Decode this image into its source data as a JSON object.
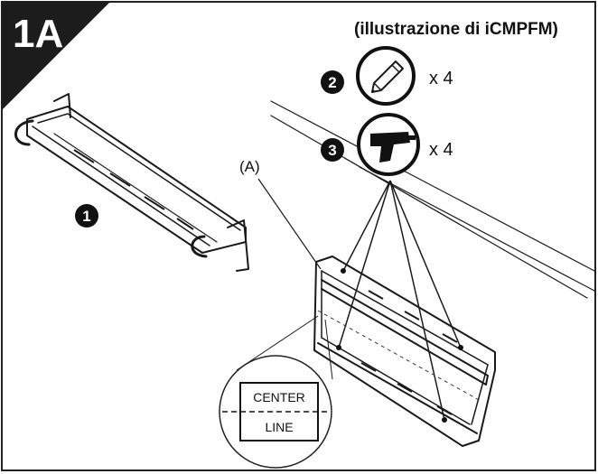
{
  "step": {
    "label": "1A"
  },
  "header": {
    "title": "(illustrazione di iCMPFM)"
  },
  "parts": [
    {
      "number": "1",
      "icon": "wall-plate-rail-icon"
    },
    {
      "number": "2",
      "icon": "pencil-icon",
      "quantity": "x 4"
    },
    {
      "number": "3",
      "icon": "drill-icon",
      "quantity": "x 4"
    }
  ],
  "callout": {
    "label": "(A)"
  },
  "detail": {
    "top_text": "CENTER",
    "bottom_text": "LINE"
  }
}
